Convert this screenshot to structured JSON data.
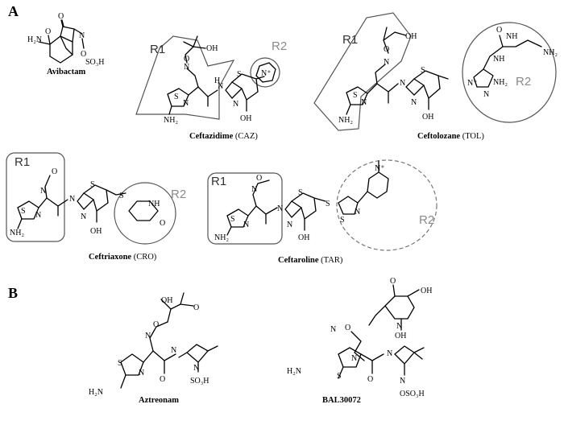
{
  "panels": [
    {
      "letter": "A"
    },
    {
      "letter": "B"
    }
  ],
  "colors": {
    "r1_label": "#333333",
    "r2_label": "#8a8a8a",
    "outline": "#555555"
  },
  "region_labels": {
    "r1": "R1",
    "r2": "R2"
  },
  "compounds": {
    "avibactam": {
      "name": "Avibactam"
    },
    "ceftazidime": {
      "name": "Ceftazidime",
      "abbr": "(CAZ)"
    },
    "ceftolozane": {
      "name": "Ceftolozane",
      "abbr": "(TOL)"
    },
    "ceftriaxone": {
      "name": "Ceftriaxone",
      "abbr": "(CRO)"
    },
    "ceftaroline": {
      "name": "Ceftaroline",
      "abbr": "(TAR)"
    },
    "aztreonam": {
      "name": "Aztreonam"
    },
    "bal30072": {
      "name": "BAL30072"
    }
  },
  "atoms": {
    "h2n": "H₂N",
    "nh2": "NH₂",
    "nh": "NH",
    "oh": "OH",
    "so3h": "SO₃H",
    "oso3h": "OSO₃H",
    "o": "O",
    "n": "N",
    "s": "S",
    "h": "H",
    "nplus": "N⁺",
    "o_minus": "O"
  }
}
